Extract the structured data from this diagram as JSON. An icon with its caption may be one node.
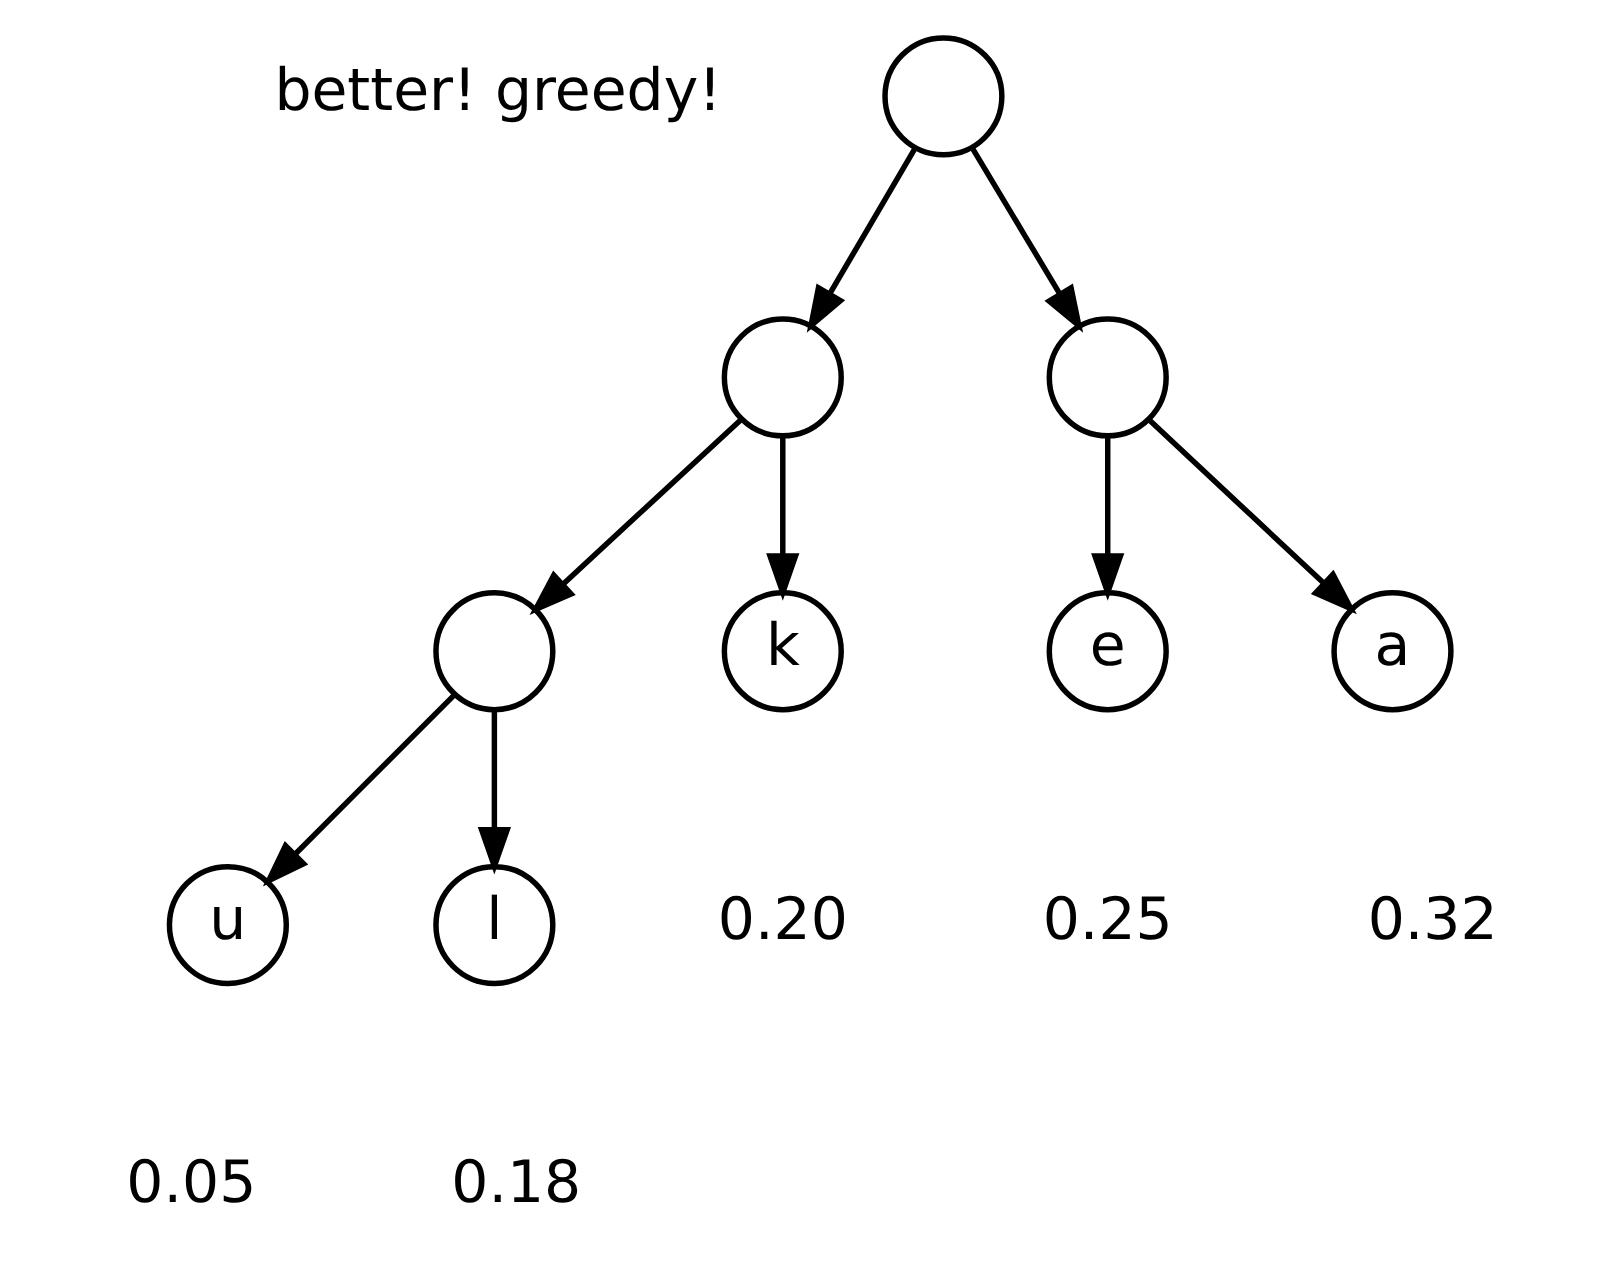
{
  "diagram": {
    "nodes": [
      {
        "text": [],
        "shape": "circle"
      },
      {
        "text": [],
        "shape": "circle"
      },
      {
        "text": [],
        "shape": "circle"
      },
      {
        "text": [],
        "shape": "circle"
      },
      {
        "text": [
          "k"
        ],
        "beside": [
          "0.20"
        ]
      },
      {
        "text": [
          "e"
        ],
        "beside": [
          "0.25"
        ]
      },
      {
        "text": [
          "a"
        ],
        "beside": [
          "0.32"
        ]
      },
      {
        "text": [
          "u"
        ],
        "beside": [
          "0.05"
        ]
      },
      {
        "text": [
          "l"
        ],
        "beside": [
          "0.18"
        ]
      }
    ],
    "edges": [
      {
        "from": 0,
        "to": 1,
        "arrow": "to"
      },
      {
        "from": 0,
        "to": 2,
        "arrow": "to"
      },
      {
        "from": 1,
        "to": 3,
        "arrow": "to"
      },
      {
        "from": 1,
        "to": 4,
        "arrow": "to"
      },
      {
        "from": 2,
        "to": 5,
        "arrow": "to"
      },
      {
        "from": 2,
        "to": 6,
        "arrow": "to"
      },
      {
        "from": 3,
        "to": 7,
        "arrow": "to"
      },
      {
        "from": 3,
        "to": 8,
        "arrow": "to"
      }
    ],
    "labels": [
      "better! greedy!"
    ]
  }
}
